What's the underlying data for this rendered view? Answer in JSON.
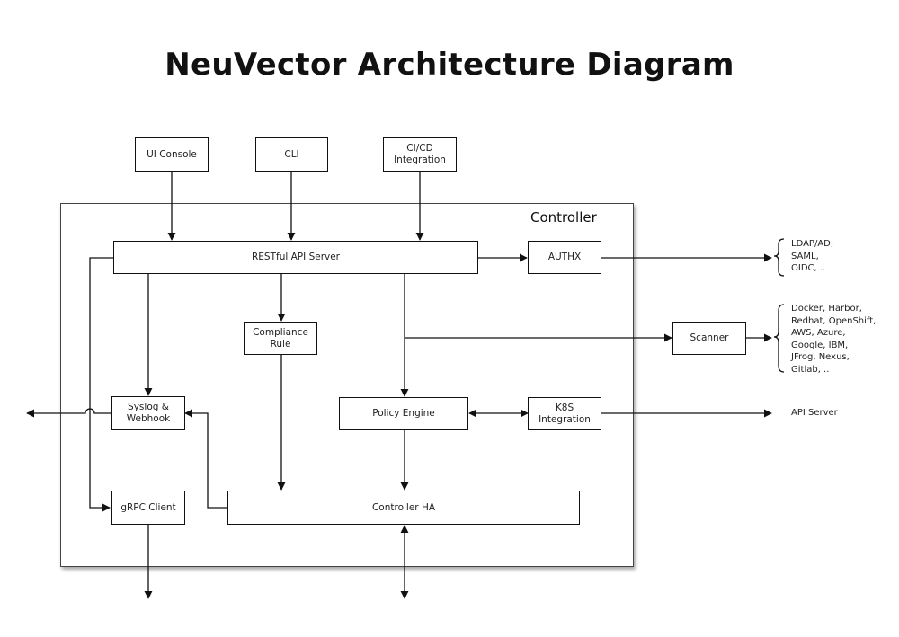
{
  "title": "NeuVector Architecture Diagram",
  "container_label": "Controller",
  "clients": {
    "ui_console": "UI Console",
    "cli": "CLI",
    "cicd": "CI/CD\nIntegration"
  },
  "components": {
    "restful_api": "RESTful API Server",
    "authx": "AUTHX",
    "compliance_rule": "Compliance\nRule",
    "scanner": "Scanner",
    "syslog_webhook": "Syslog &\nWebhook",
    "policy_engine": "Policy Engine",
    "k8s_integration": "K8S\nIntegration",
    "grpc_client": "gRPC Client",
    "controller_ha": "Controller HA"
  },
  "external": {
    "auth_providers": "LDAP/AD,\nSAML,\nOIDC, ..",
    "registries": "Docker, Harbor,\nRedhat, OpenShift,\nAWS, Azure,\nGoogle, IBM,\nJFrog, Nexus,\nGitlab, ..",
    "api_server": "API Server"
  }
}
